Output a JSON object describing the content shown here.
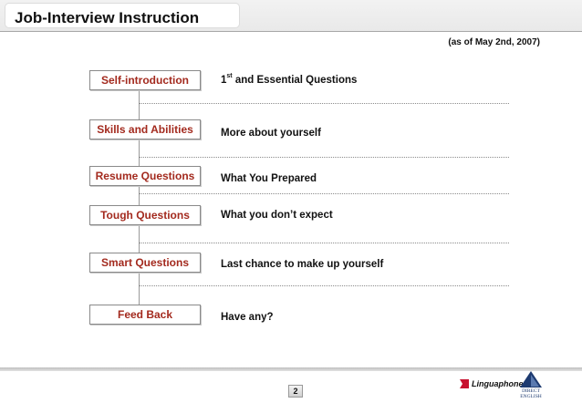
{
  "header": {
    "title": "Job-Interview Instruction",
    "date_note": "(as of May 2nd, 2007)"
  },
  "steps": [
    {
      "label": "Self-introduction",
      "desc_sup_prefix": "1",
      "desc_sup": "st",
      "desc": " and Essential Questions"
    },
    {
      "label": "Skills and Abilities",
      "desc": "More about yourself"
    },
    {
      "label": "Resume Questions",
      "desc": "What You Prepared"
    },
    {
      "label": "Tough Questions",
      "desc": "What you don’t expect"
    },
    {
      "label": "Smart Questions",
      "desc": "Last chance to make up yourself"
    },
    {
      "label": "Feed Back",
      "desc": "Have any?"
    }
  ],
  "footer": {
    "page_number": "2",
    "brand_name": "Linguaphone",
    "brand_color": "#c8102e",
    "secondary_logo_text_1": "DIRECT",
    "secondary_logo_text_2": "ENGLISH",
    "secondary_logo_color": "#1d3a70"
  },
  "colors": {
    "step_label": "#a32a1e",
    "text": "#111111"
  }
}
